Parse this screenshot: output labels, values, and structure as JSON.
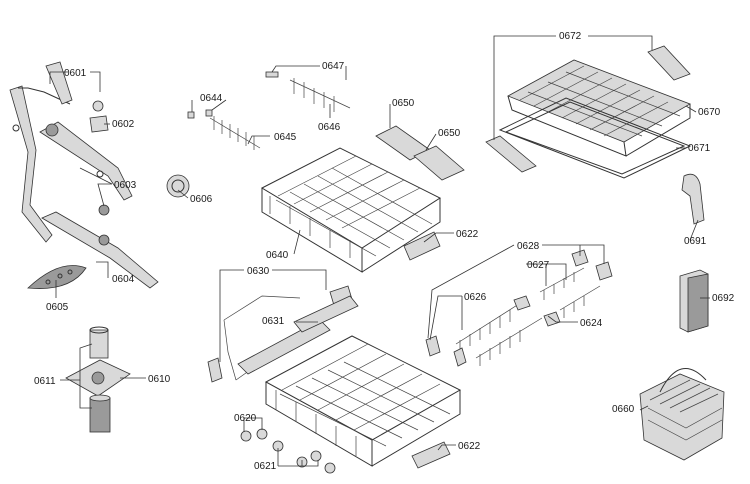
{
  "diagram": {
    "labels": {
      "p0601": "0601",
      "p0602": "0602",
      "p0603": "0603",
      "p0604": "0604",
      "p0605": "0605",
      "p0606": "0606",
      "p0610": "0610",
      "p0611": "0611",
      "p0620": "0620",
      "p0621": "0621",
      "p0622a": "0622",
      "p0622b": "0622",
      "p0624": "0624",
      "p0626": "0626",
      "p0627": "0627",
      "p0628": "0628",
      "p0630": "0630",
      "p0631": "0631",
      "p0640": "0640",
      "p0644": "0644",
      "p0645": "0645",
      "p0646": "0646",
      "p0647": "0647",
      "p0650a": "0650",
      "p0650b": "0650",
      "p0660": "0660",
      "p0670": "0670",
      "p0671": "0671",
      "p0672": "0672",
      "p0691": "0691",
      "p0692": "0692"
    }
  }
}
